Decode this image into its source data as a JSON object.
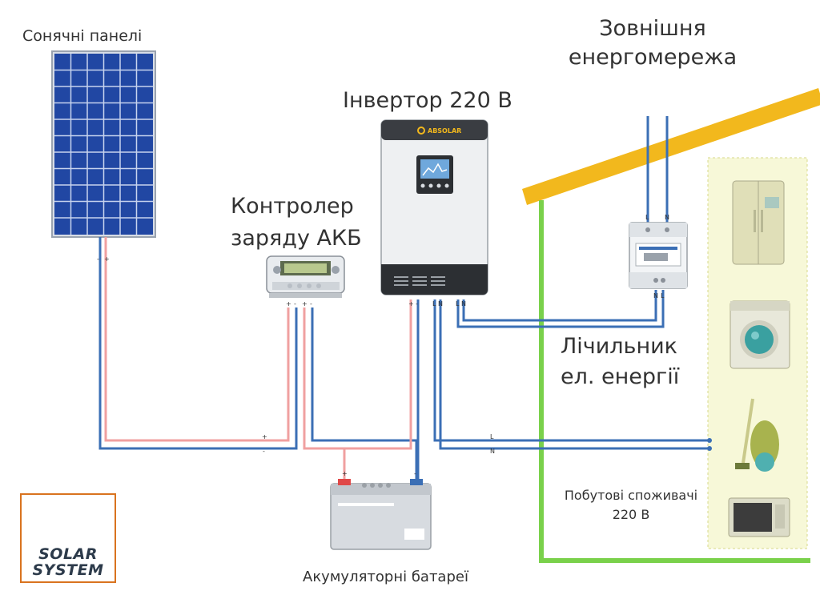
{
  "labels": {
    "solar_panels": "Сонячні панелі",
    "grid_line1": "Зовнішня",
    "grid_line2": "енергомережа",
    "inverter": "Інвертор 220 В",
    "controller_line1": "Контролер",
    "controller_line2": "заряду АКБ",
    "meter_line1": "Лічильник",
    "meter_line2": "ел. енергії",
    "consumers_line1": "Побутові споживачі",
    "consumers_line2": "220 В",
    "batteries": "Акумуляторні батареї"
  },
  "inverter_brand": "ABSOLAR",
  "logo": {
    "line1": "SOLAR",
    "line2": "SYSTEM"
  },
  "terminal_marks": {
    "plus": "+",
    "minus": "-",
    "line": "L",
    "neutral": "N"
  },
  "appliances": [
    "fridge-icon",
    "washing-machine-icon",
    "vacuum-cleaner-icon",
    "microwave-icon"
  ],
  "colors": {
    "positive_wire": "#f0a0a0",
    "negative_wire": "#3b6fb5",
    "ground_wire": "#7ad14b",
    "roof": "#f2b81d",
    "panel": "#2147a3",
    "consumer_zone": "#f7f8d8",
    "logo_border": "#d9731f"
  }
}
